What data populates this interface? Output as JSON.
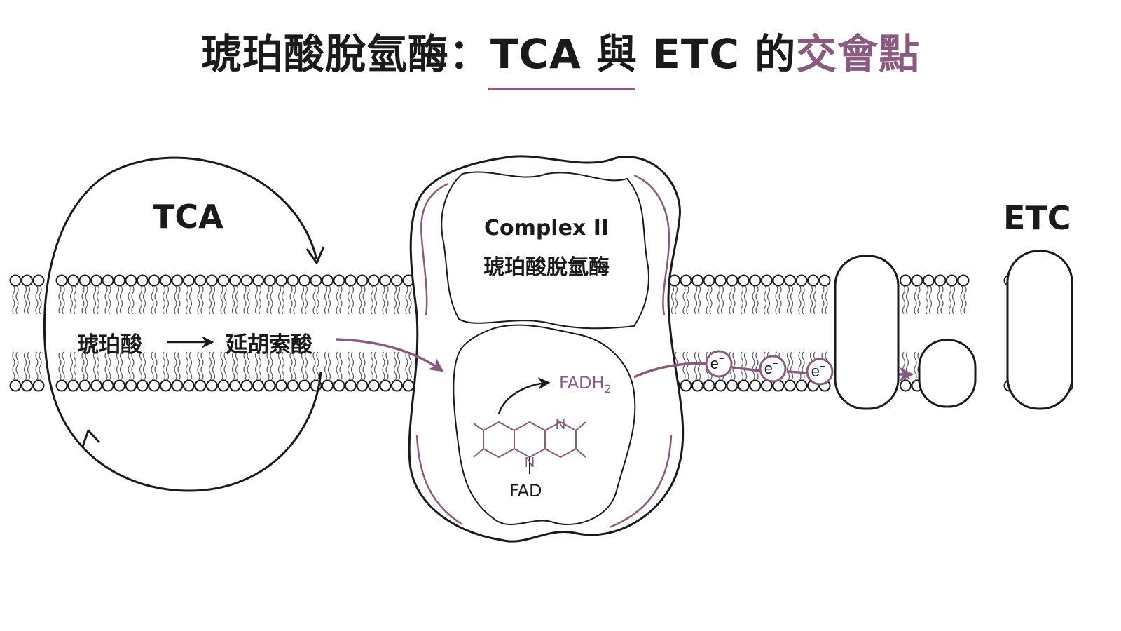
{
  "colors": {
    "accent": "#8a5a7f",
    "ink": "#1a1a1a",
    "background": "#ffffff"
  },
  "title": {
    "part1": "琥珀酸脫氫酶：TCA 與 ETC 的",
    "part2": "交會點"
  },
  "tca": {
    "label": "TCA",
    "substrate": "琥珀酸",
    "product": "延胡索酸"
  },
  "complex": {
    "name_en": "Complex II",
    "name_zh": "琥珀酸脫氫酶",
    "cofactor": "FAD",
    "reduced_main": "FADH",
    "reduced_sub": "2"
  },
  "flavin": {
    "n_top": "N",
    "n_bottom": "N"
  },
  "electrons": {
    "base": "e",
    "sup": "−",
    "count": 3
  },
  "etc": {
    "label": "ETC"
  }
}
